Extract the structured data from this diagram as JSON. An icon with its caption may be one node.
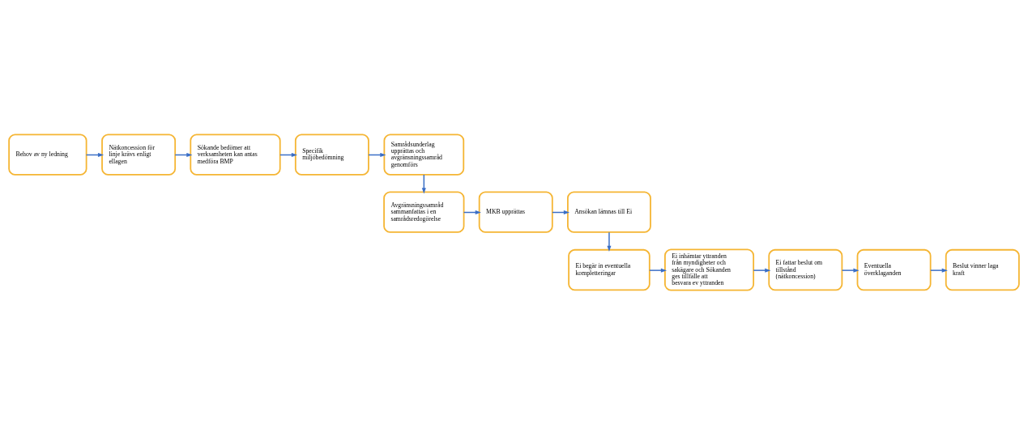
{
  "diagram": {
    "nodes": [
      {
        "text": [
          "Behov av ny ledning"
        ]
      },
      {
        "text": [
          "Nätkoncession för linje krävs enligt ellagen"
        ]
      },
      {
        "text": [
          "Sökande bedömer att verksamheten kan antas medföra BMP"
        ]
      },
      {
        "text": [
          "Specifik miljöbedömning"
        ]
      },
      {
        "text": [
          "Samrådsunderlag upprättas och avgränsningssamråd genomförs"
        ]
      },
      {
        "text": [
          "Avgränsningssamråd sammanfattas i en samrådsredogörelse"
        ]
      },
      {
        "text": [
          "MKB upprättas"
        ]
      },
      {
        "text": [
          "Ansökan lämnas till Ei"
        ]
      },
      {
        "text": [
          "Ei begär in eventuella kompletteringar"
        ]
      },
      {
        "text": [
          "Ei inhämtar yttranden från myndigheter och sakägare och Sökanden ges tillfälle att besvara ev yttranden"
        ]
      },
      {
        "text": [
          "Ei fattar beslut om tillstånd (nätkoncession)"
        ]
      },
      {
        "text": [
          "Eventuella överklaganden"
        ]
      },
      {
        "text": [
          "Beslut vinner laga kraft"
        ]
      }
    ],
    "edges": [
      {
        "from": 0,
        "to": 1,
        "arrow": "to"
      },
      {
        "from": 1,
        "to": 2,
        "arrow": "to"
      },
      {
        "from": 2,
        "to": 3,
        "arrow": "to"
      },
      {
        "from": 3,
        "to": 4,
        "arrow": "to"
      },
      {
        "from": 4,
        "to": 5,
        "arrow": "to"
      },
      {
        "from": 5,
        "to": 6,
        "arrow": "to"
      },
      {
        "from": 6,
        "to": 7,
        "arrow": "to"
      },
      {
        "from": 7,
        "to": 8,
        "arrow": "to"
      },
      {
        "from": 8,
        "to": 9,
        "arrow": "to"
      },
      {
        "from": 9,
        "to": 10,
        "arrow": "to"
      },
      {
        "from": 10,
        "to": 11,
        "arrow": "to"
      },
      {
        "from": 11,
        "to": 12,
        "arrow": "to"
      }
    ]
  }
}
